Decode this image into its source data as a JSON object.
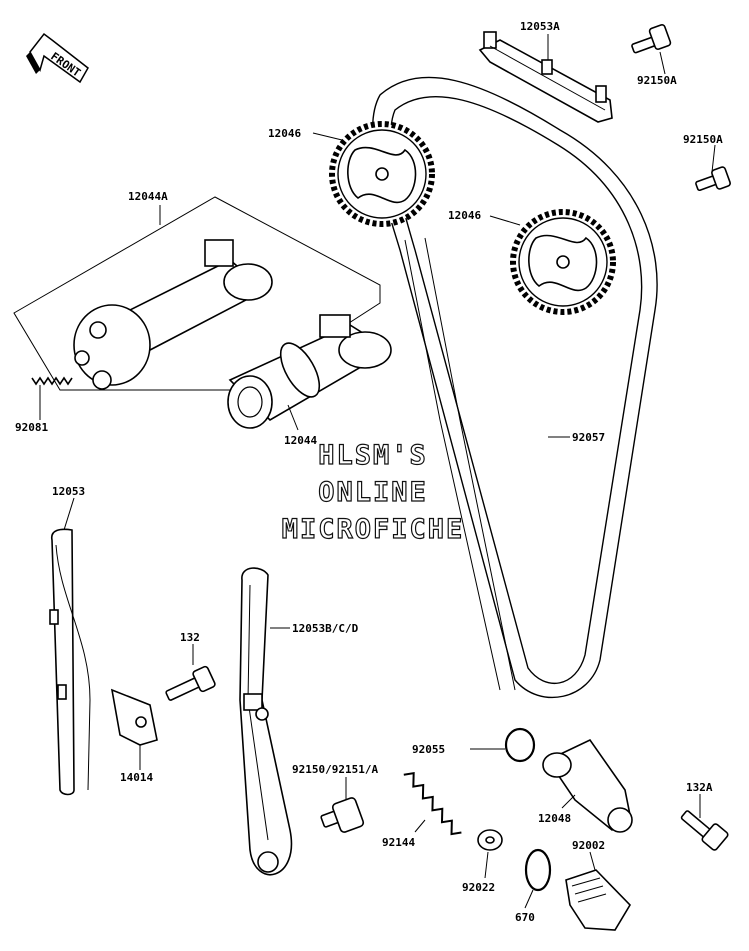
{
  "front_arrow": {
    "label": "FRONT"
  },
  "labels": {
    "p12053A": "12053A",
    "p92150A_top": "92150A",
    "p12046_a": "12046",
    "p92150A_right": "92150A",
    "p12046_b": "12046",
    "p12044A": "12044A",
    "p92081": "92081",
    "p12044": "12044",
    "p92057": "92057",
    "p12053": "12053",
    "p132": "132",
    "p12053BCD": "12053B/C/D",
    "p14014": "14014",
    "p92055": "92055",
    "p132A": "132A",
    "p12048": "12048",
    "p92150_92151A": "92150/92151/A",
    "p92144": "92144",
    "p92002": "92002",
    "p92022": "92022",
    "p670": "670"
  },
  "watermark": {
    "line1": "HLSM'S",
    "line2": "ONLINE",
    "line3": "MICROFICHE"
  }
}
